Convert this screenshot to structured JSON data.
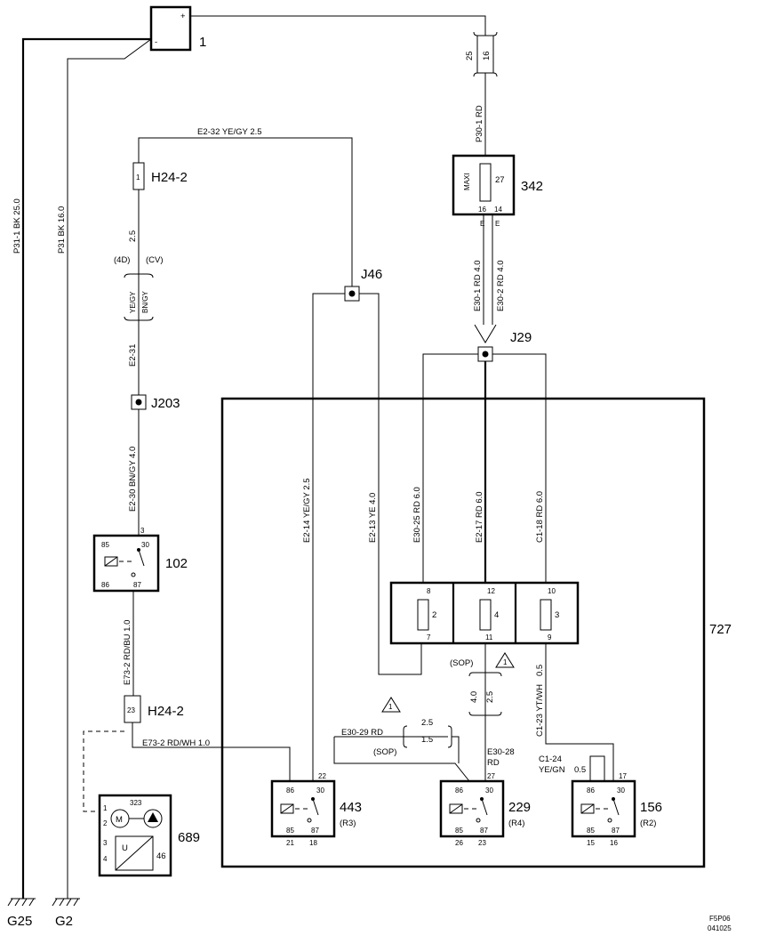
{
  "battery": {
    "ref": "1",
    "plus": "+",
    "minus": "-"
  },
  "grounds": {
    "g25": "G25",
    "g2": "G2"
  },
  "wires_left": {
    "p31_1": "P31-1  BK  25.0",
    "p31": "P31  BK  16.0"
  },
  "top_wire": "E2-32  YE/GY  2.5",
  "connector_h24_top": {
    "label": "H24-2",
    "pin": "1"
  },
  "wire_25_left": "2.5",
  "variant": {
    "d4": "(4D)",
    "cv": "(CV)",
    "yegy": "YE/GY",
    "bngy": "BN/GY"
  },
  "e2_31": "E2-31",
  "j203": "J203",
  "e2_30": "E2-30  BN/GY  4.0",
  "relay102": {
    "ref": "102",
    "p30": "30",
    "p85": "85",
    "p86": "86",
    "p87": "87",
    "pin3": "3"
  },
  "e73_2_left": "E73-2  RD/BU  1.0",
  "connector_h24_bottom": {
    "label": "H24-2",
    "pin": "23"
  },
  "e73_2_bottom": "E73-2  RD/WH  1.0",
  "module689": {
    "ref": "689",
    "p1": "1",
    "p2": "2",
    "p3": "3",
    "p4": "4",
    "n323": "323",
    "n46": "46",
    "m": "M",
    "u": "U"
  },
  "fuse_top": {
    "n25": "25",
    "n16": "16"
  },
  "p30_1": "P30-1  RD",
  "maxi": {
    "ref": "342",
    "label": "MAXI",
    "p27": "27",
    "p16": "16",
    "p14": "14"
  },
  "e30_1": "E30-1  RD  4.0",
  "e30_2": "E30-2  RD  4.0",
  "j29": "J29",
  "j46": "J46",
  "box727": "727",
  "e2_14": "E2-14  YE/GY  2.5",
  "e2_13": "E2-13  YE  4.0",
  "e30_25": "E30-25  RD  6.0",
  "e2_17": "E2-17  RD  6.0",
  "c1_18": "C1-18  RD  6.0",
  "fuses": [
    {
      "num": "2",
      "top": "8",
      "bot": "7"
    },
    {
      "num": "4",
      "top": "12",
      "bot": "11"
    },
    {
      "num": "3",
      "top": "10",
      "bot": "9"
    }
  ],
  "sop1": "(SOP)",
  "warn": "1",
  "w40": "4.0",
  "w25": "2.5",
  "w05": "0.5",
  "c1_23": "C1-23  YT/WH",
  "e30_29": "E30-29  RD",
  "w25b": "2.5",
  "w15": "1.5",
  "sop2": "(SOP)",
  "e30_28": "E30-28",
  "rd": "RD",
  "c1_24": "C1-24",
  "yegn": "YE/GN",
  "w05b": "0.5",
  "relay443": {
    "ref": "443",
    "sub": "(R3)",
    "p86": "86",
    "p30": "30",
    "p85": "85",
    "p87": "87",
    "n22": "22",
    "n21": "21",
    "n18": "18"
  },
  "relay229": {
    "ref": "229",
    "sub": "(R4)",
    "p86": "86",
    "p30": "30",
    "p85": "85",
    "p87": "87",
    "n27": "27",
    "n26": "26",
    "n23": "23"
  },
  "relay156": {
    "ref": "156",
    "sub": "(R2)",
    "p86": "86",
    "p30": "30",
    "p85": "85",
    "p87": "87",
    "n17": "17",
    "n15": "15",
    "n16": "16"
  },
  "footer": {
    "code": "F5P06",
    "date": "041025"
  }
}
